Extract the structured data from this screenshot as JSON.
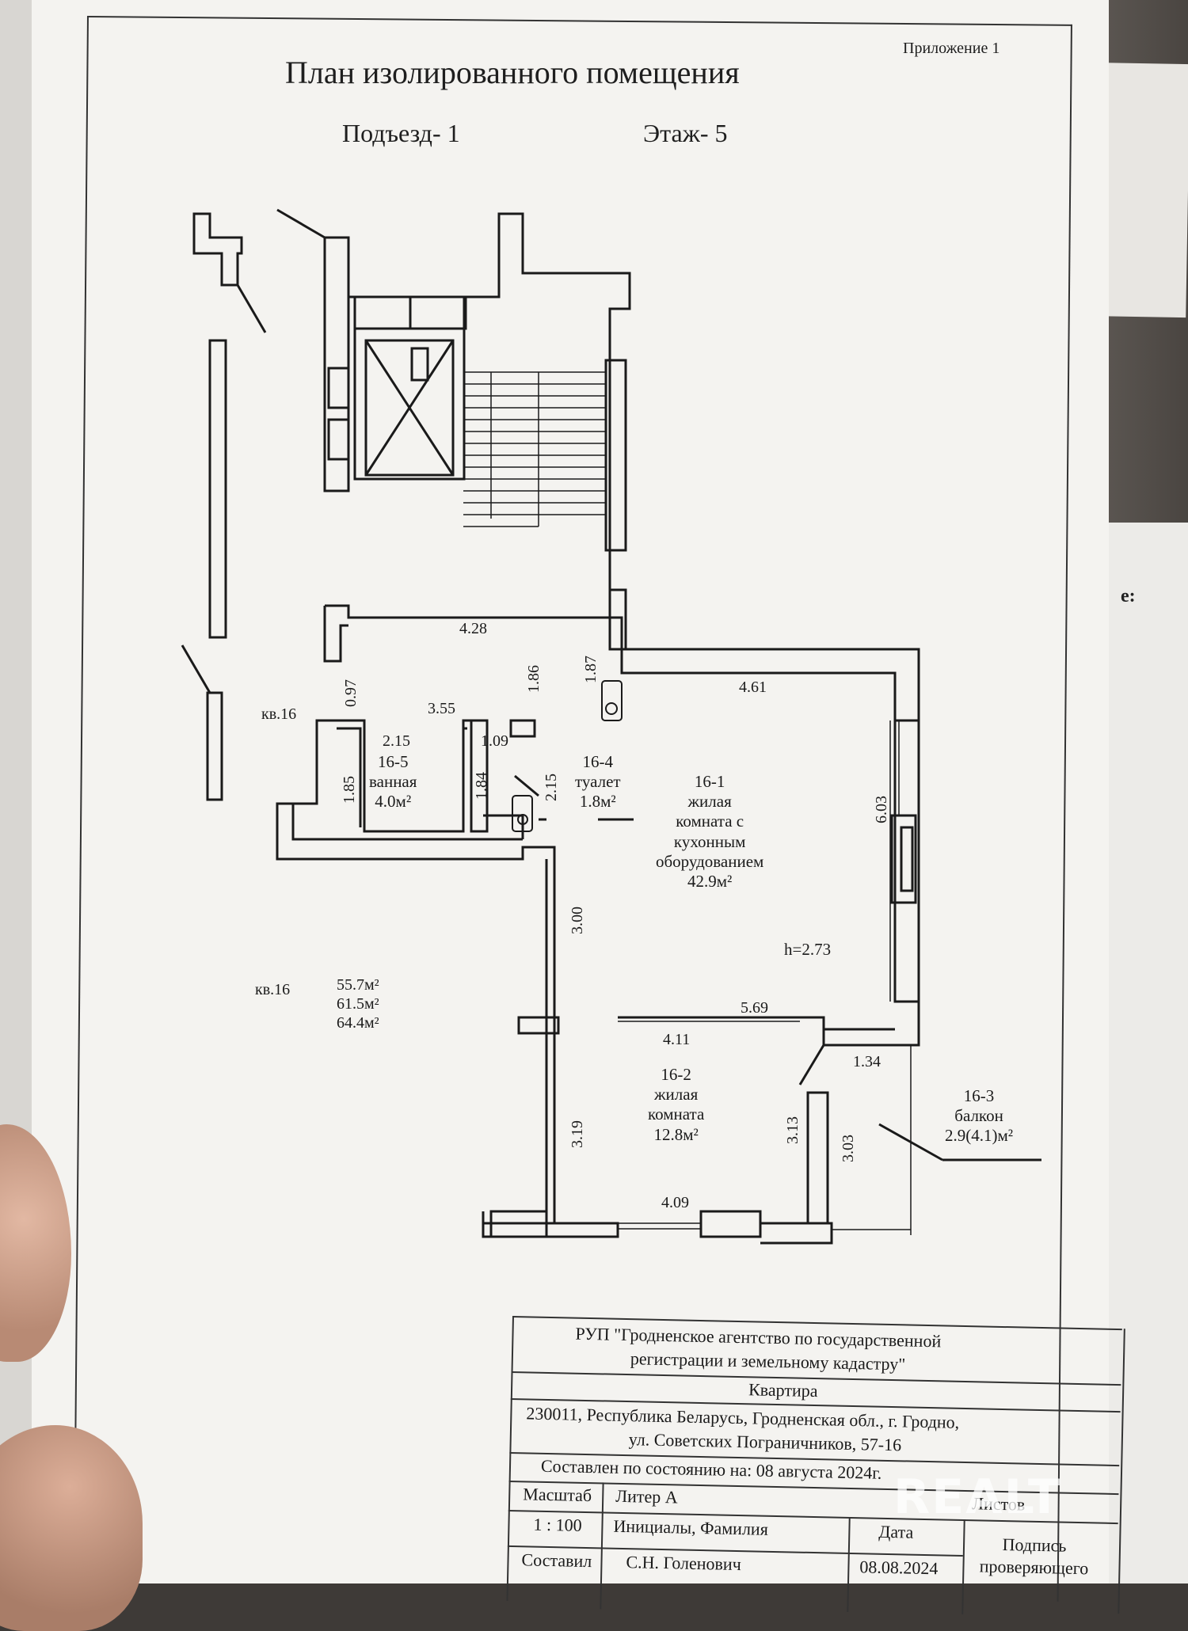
{
  "document": {
    "appendix": "Приложение 1",
    "title": "План изолированного помещения",
    "entrance": "Подъезд- 1",
    "floor": "Этаж- 5"
  },
  "plan": {
    "apt_label_top": "кв.16",
    "apt_label_bottom": "кв.16",
    "areas": [
      "55.7м²",
      "61.5м²",
      "64.4м²"
    ],
    "ceiling": "h=2.73",
    "rooms": [
      {
        "id": "16-1",
        "name": "жилая комната с кухонным оборудованием",
        "lines": [
          "16-1",
          "жилая",
          "комната с",
          "кухонным",
          "оборудованием",
          "42.9м²"
        ]
      },
      {
        "id": "16-2",
        "lines": [
          "16-2",
          "жилая",
          "комната",
          "12.8м²"
        ]
      },
      {
        "id": "16-3",
        "lines": [
          "16-3",
          "балкон",
          "2.9(4.1)м²"
        ]
      },
      {
        "id": "16-4",
        "lines": [
          "16-4",
          "туалет",
          "1.8м²"
        ]
      },
      {
        "id": "16-5",
        "lines": [
          "16-5",
          "ванная",
          "4.0м²"
        ]
      }
    ],
    "dimensions": {
      "d428": "4.28",
      "d461": "4.61",
      "d355": "3.55",
      "d109": "1.09",
      "d215a": "2.15",
      "d215b": "2.15",
      "d569": "5.69",
      "d411": "4.11",
      "d134": "1.34",
      "d409": "4.09",
      "d097": "0.97",
      "d186": "1.86",
      "d187": "1.87",
      "d185": "1.85",
      "d184": "1.84",
      "d603": "6.03",
      "d300": "3.00",
      "d319": "3.19",
      "d313": "3.13",
      "d303": "3.03"
    }
  },
  "stamp": {
    "org_line1": "РУП \"Гродненское агентство по государственной",
    "org_line2": "регистрации  и земельному кадастру\"",
    "object": "Квартира",
    "address_line1": "230011, Республика Беларусь, Гродненская обл., г. Гродно,",
    "address_line2": "ул. Советских Пограничников, 57-16",
    "state_date": "Составлен по состоянию на: 08 августа 2024г.",
    "scale_label": "Масштаб",
    "scale_value": "1 : 100",
    "liter": "Литер А",
    "sheet": "Листов",
    "initials_label": "Инициалы, Фамилия",
    "date_label": "Дата",
    "signature_label": "Подпись проверяющего",
    "compiled_label": "Составил",
    "compiled_by": "С.Н. Голенович",
    "compiled_date": "08.08.2024"
  },
  "watermark": "REALT"
}
